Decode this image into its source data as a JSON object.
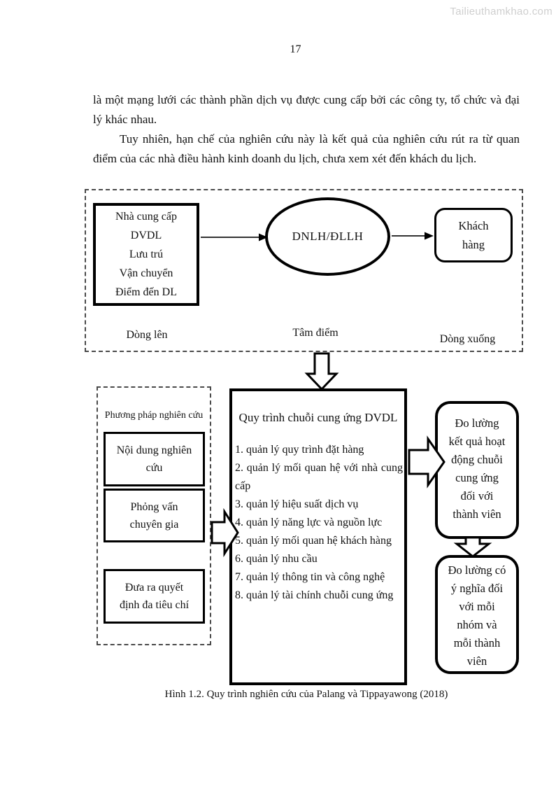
{
  "page": {
    "number": "17",
    "watermark": "Tailieuthamkhao.com"
  },
  "body": {
    "paragraph1": "là một mạng lưới các thành phần dịch vụ được cung cấp bởi các công ty, tổ chức và đại lý khác nhau.",
    "paragraph2": "Tuy nhiên, hạn chế của nghiên cứu này là kết quả của nghiên cứu rút ra từ quan điểm của các nhà điều hành kinh doanh du lịch, chưa xem xét đến khách du lịch."
  },
  "diagram1": {
    "supplier_box": {
      "lines": [
        "Nhà cung cấp",
        "DVDL",
        "Lưu trú",
        "Vận chuyển",
        "Điểm đến DL"
      ]
    },
    "focal_ellipse": {
      "label": "DNLH/ĐLLH"
    },
    "customer_box": {
      "lines": [
        "Khách",
        "hàng"
      ]
    },
    "labels": {
      "upstream": "Dòng lên",
      "focal": "Tâm điểm",
      "downstream": "Dòng xuống"
    }
  },
  "diagram2": {
    "method_panel": {
      "title": "Phương pháp nghiên cứu",
      "boxes": [
        {
          "lines": [
            "Nội dung nghiên",
            "cứu"
          ]
        },
        {
          "lines": [
            "Phỏng vấn",
            "chuyên gia"
          ]
        },
        {
          "lines": [
            "Đưa ra quyết",
            "định đa tiêu chí"
          ]
        }
      ]
    },
    "process_box": {
      "title": "Quy trình chuỗi cung ứng DVDL",
      "items": [
        "1. quản lý quy trình đặt hàng",
        "2. quản lý mối quan hệ với nhà cung cấp",
        "3. quản lý hiệu suất dịch vụ",
        "4. quản lý năng lực và nguồn lực",
        "5. quản lý mối quan hệ khách hàng",
        "6. quản lý nhu cầu",
        "7. quản lý thông tin và công nghệ",
        "8. quản lý tài chính chuỗi cung ứng"
      ]
    },
    "outcome_boxes": [
      {
        "lines": [
          "Đo lường",
          "kết quả hoạt",
          "động chuỗi",
          "cung ứng",
          "đối với",
          "thành viên"
        ]
      },
      {
        "lines": [
          "Đo lường có",
          "ý nghĩa đối",
          "với mỗi",
          "nhóm và",
          "mỗi thành",
          "viên"
        ]
      }
    ]
  },
  "caption": "Hình 1.2. Quy trình nghiên cứu của Palang và Tippayawong (2018)"
}
